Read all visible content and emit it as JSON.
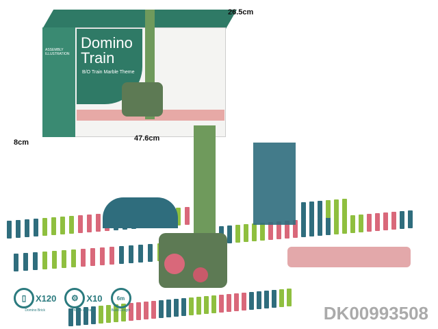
{
  "box": {
    "title_line1": "Domino",
    "title_line2": "Train",
    "subtitle": "B/O Train Marble Theme",
    "side_text": "ASSEMBLY ILLUSTRATION"
  },
  "dimensions": {
    "height": "26.5cm",
    "width": "47.6cm",
    "depth": "8cm"
  },
  "features": [
    {
      "icon": "domino-brick-icon",
      "count": "X120",
      "label": "Domino Brick"
    },
    {
      "icon": "gear-icon",
      "count": "X10",
      "label": "Unique obstacle"
    },
    {
      "icon": "track-icon",
      "count": "6m",
      "label": "Build Length"
    }
  ],
  "product_code": "DK00993508",
  "colors": {
    "teal": "#2f6d7d",
    "green": "#8fbf3f",
    "pink": "#d9687a",
    "box_green": "#2f7a66"
  }
}
